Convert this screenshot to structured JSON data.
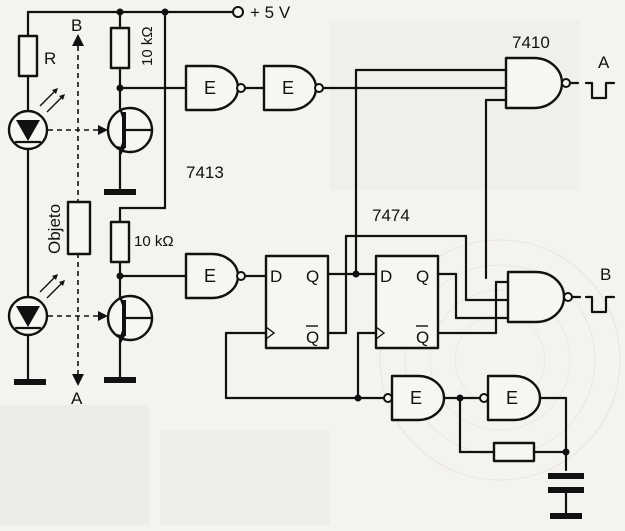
{
  "labels": {
    "supply": "+ 5 V",
    "resistor_r": "R",
    "resistor_top": "10 kΩ",
    "resistor_bottom": "10 kΩ",
    "ic_7413": "7413",
    "ic_7474": "7474",
    "ic_7410": "7410",
    "object": "Objeto",
    "beam_b": "B",
    "beam_a": "A",
    "output_a": "A",
    "output_b": "B"
  },
  "gates": {
    "inverter": "E"
  },
  "flipflop": {
    "d": "D",
    "q": "Q",
    "qbar": "Q"
  }
}
